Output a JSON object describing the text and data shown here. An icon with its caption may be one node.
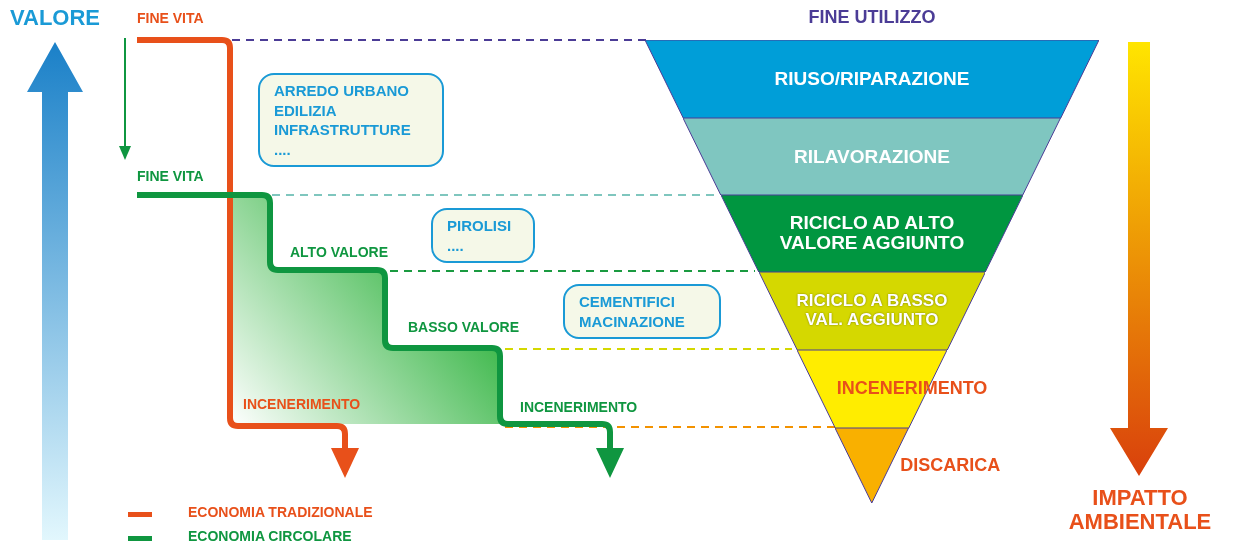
{
  "diagram": {
    "nodes": [
      {
        "text": [
          "RIUSO/RIPARAZIONE"
        ]
      },
      {
        "text": [
          "RILAVORAZIONE"
        ]
      },
      {
        "text": [
          "RICICLO AD ALTO VALORE AGGIUNTO"
        ]
      },
      {
        "text": [
          "RICICLO A BASSO VAL. AGGIUNTO"
        ]
      },
      {
        "text": [
          "INCENERIMENTO"
        ]
      },
      {
        "text": [
          "DISCARICA"
        ]
      },
      {
        "text": [
          "ARREDO URBANO",
          "EDILIZIA",
          "INFRASTRUTTURE",
          "...."
        ]
      },
      {
        "text": [
          "PIROLISI",
          "...."
        ]
      },
      {
        "text": [
          "CEMENTIFICI",
          "MACINAZIONE"
        ]
      }
    ],
    "edges": [],
    "labels": [
      "VALORE",
      "FINE VITA",
      "FINE UTILIZZO",
      "FINE VITA",
      "ALTO VALORE",
      "BASSO VALORE",
      "INCENERIMENTO",
      "INCENERIMENTO",
      "IMPATTO AMBIENTALE"
    ],
    "legend": [
      {
        "text": "ECONOMIA TRADIZIONALE"
      },
      {
        "text": "ECONOMIA CIRCOLARE"
      }
    ]
  }
}
